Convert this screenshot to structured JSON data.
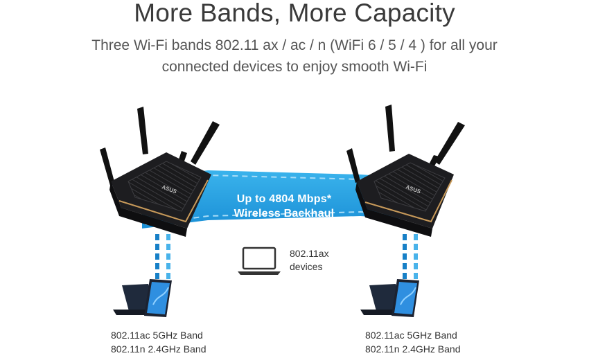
{
  "header": {
    "title": "More Bands, More Capacity",
    "subtitle_line1": "Three Wi-Fi bands 802.11 ax / ac / n (WiFi 6 / 5 / 4 ) for all your",
    "subtitle_line2": "connected devices to enjoy smooth Wi-Fi"
  },
  "backhaul": {
    "line1": "Up to 4804 Mbps*",
    "line2": "Wireless Backhaul"
  },
  "center_device": {
    "line1": "802.11ax",
    "line2": "devices"
  },
  "left_node": {
    "band1": "802.11ac 5GHz Band",
    "band2": "802.11n 2.4GHz Band",
    "brand": "ASUS"
  },
  "right_node": {
    "band1": "802.11ac 5GHz Band",
    "band2": "802.11n 2.4GHz Band",
    "brand": "ASUS"
  },
  "colors": {
    "band_blue": "#1fa3e0",
    "band_dark_blue": "#1780c7",
    "router_body": "#1b1b1d",
    "accent_gold": "#c89a5a",
    "tablet_screen": "#2f8fe0"
  }
}
